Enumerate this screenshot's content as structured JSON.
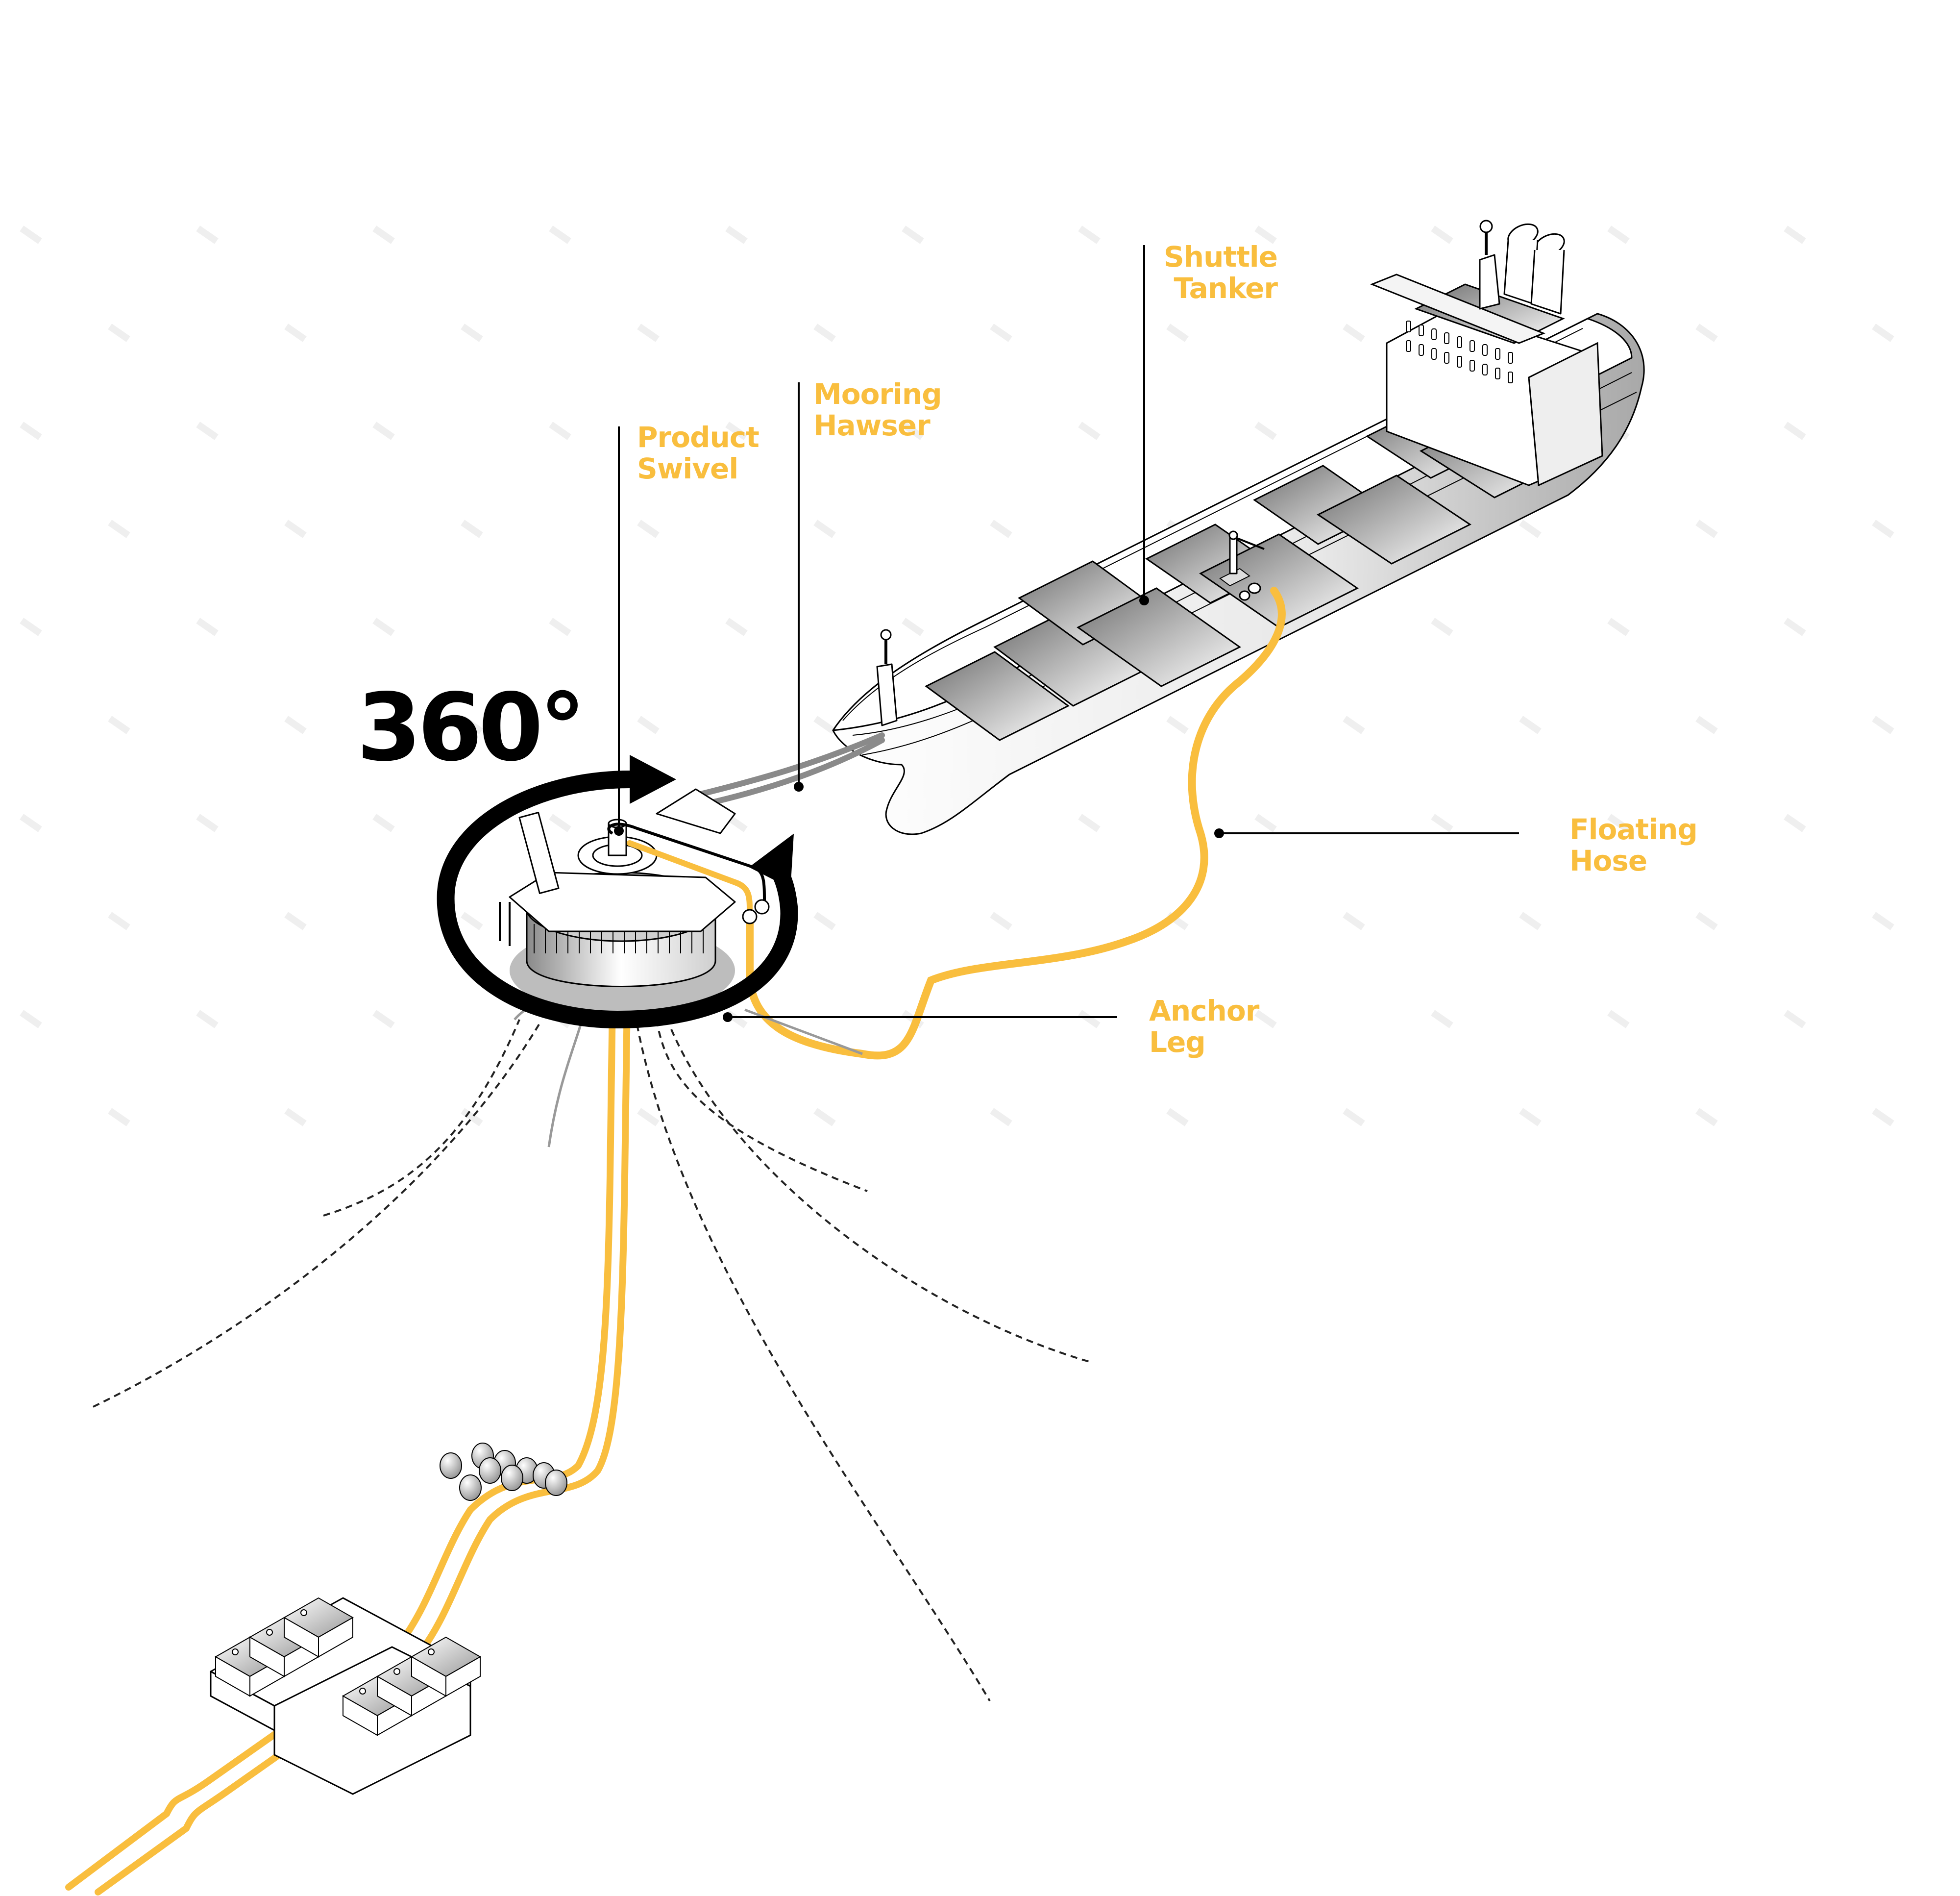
{
  "diagram": {
    "title": "Single Point Mooring - Shuttle Tanker Offloading",
    "rotation_label": "360°",
    "labels": {
      "product_swivel": [
        "Product",
        "Swivel"
      ],
      "mooring_hawser": [
        "Mooring",
        "Hawser"
      ],
      "shuttle_tanker": [
        "Shuttle",
        "Tanker"
      ],
      "floating_hose": [
        "Floating",
        "Hose"
      ],
      "anchor_leg": [
        "Anchor",
        "Leg"
      ]
    },
    "components": [
      "shuttle-tanker",
      "mooring-buoy",
      "product-swivel",
      "mooring-hawser",
      "floating-hose",
      "anchor-legs",
      "subsea-risers",
      "buoyancy-modules",
      "plem"
    ],
    "colors": {
      "accent": "#F9BE3E",
      "callout": "#000000",
      "hawser": "#8A8A8A",
      "wave": "#EFEFEF"
    }
  }
}
